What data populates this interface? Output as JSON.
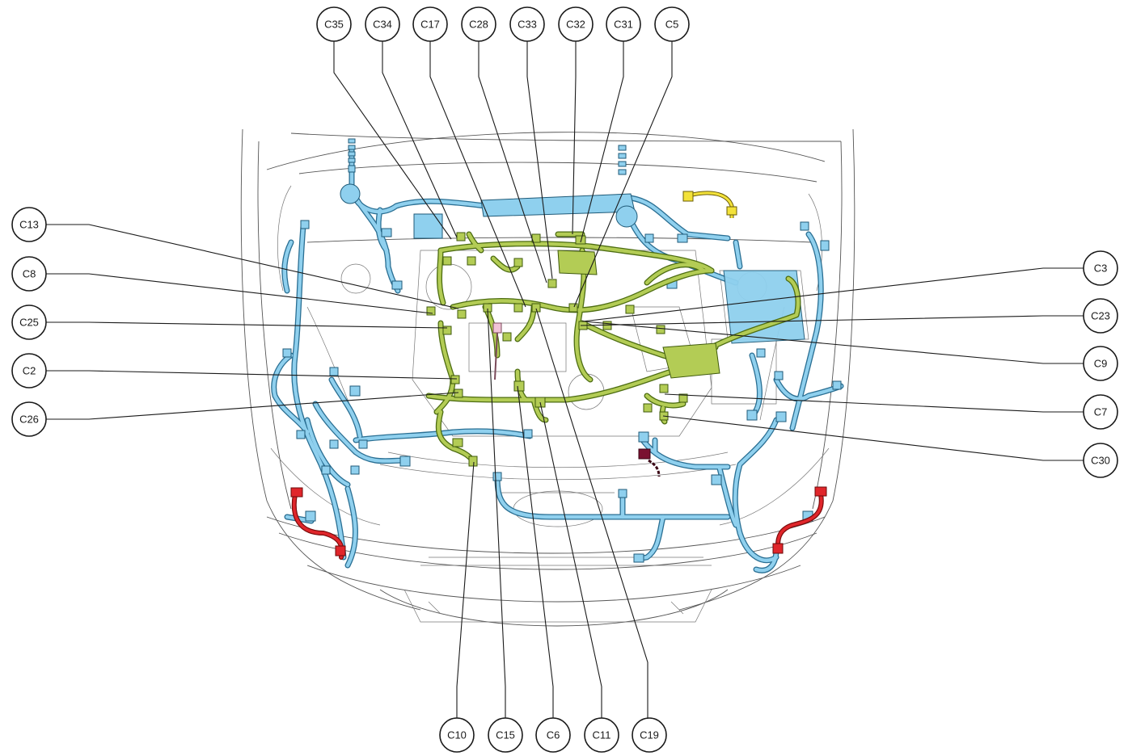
{
  "callouts": {
    "top": [
      "C35",
      "C34",
      "C17",
      "C28",
      "C33",
      "C32",
      "C31",
      "C5"
    ],
    "left": [
      "C13",
      "C8",
      "C25",
      "C2",
      "C26"
    ],
    "right": [
      "C3",
      "C23",
      "C9",
      "C7",
      "C30"
    ],
    "bottom": [
      "C10",
      "C15",
      "C6",
      "C11",
      "C19"
    ]
  },
  "colors": {
    "harness_blue": "#8fd0ee",
    "harness_green": "#b3cc55",
    "harness_red": "#e0262b",
    "connector_yellow": "#f3e23a",
    "connector_purple": "#7a1030",
    "connector_pink": "#f2c4d8",
    "outline": "#1a1a1a"
  }
}
